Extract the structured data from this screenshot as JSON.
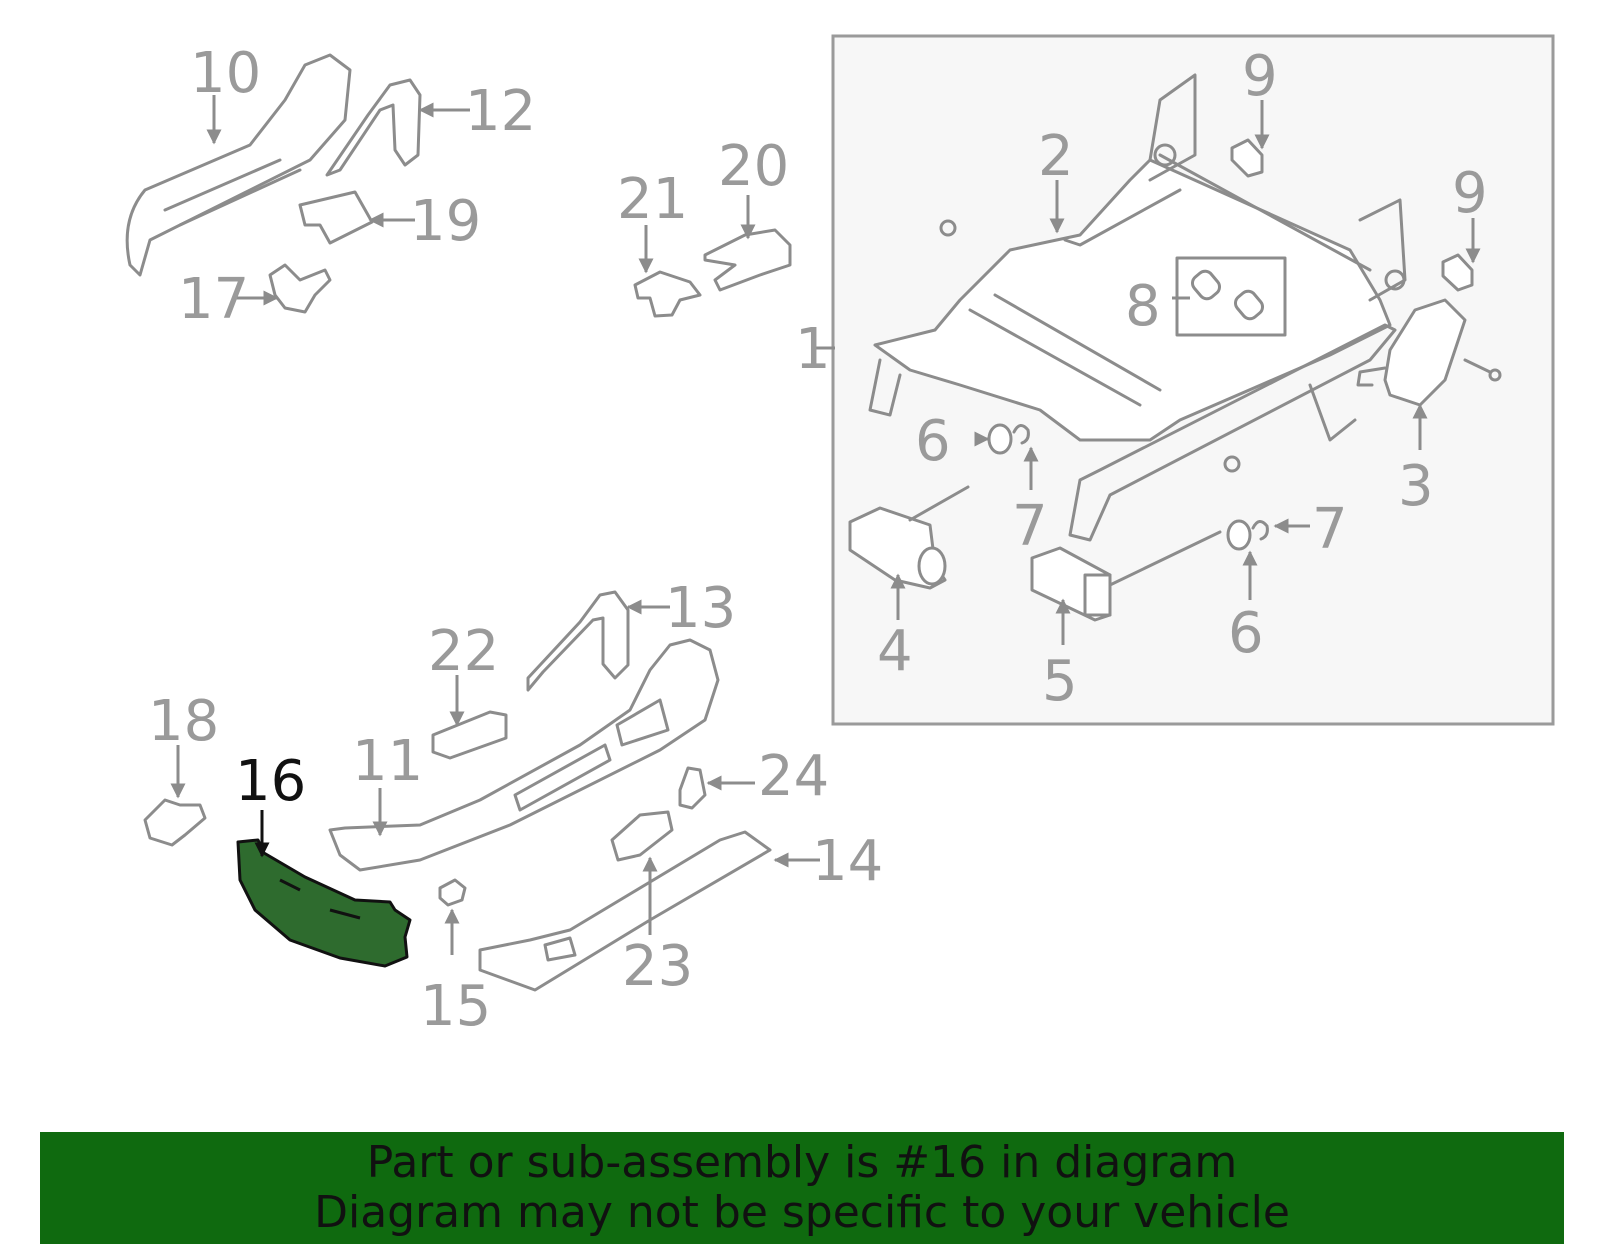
{
  "highlight_color": "#2e6b2e",
  "banner_color": "#0f6a0f",
  "callouts": [
    {
      "id": "1",
      "label": "1"
    },
    {
      "id": "2",
      "label": "2"
    },
    {
      "id": "3",
      "label": "3"
    },
    {
      "id": "4",
      "label": "4"
    },
    {
      "id": "5",
      "label": "5"
    },
    {
      "id": "6a",
      "label": "6"
    },
    {
      "id": "6b",
      "label": "6"
    },
    {
      "id": "7a",
      "label": "7"
    },
    {
      "id": "7b",
      "label": "7"
    },
    {
      "id": "8",
      "label": "8"
    },
    {
      "id": "9a",
      "label": "9"
    },
    {
      "id": "9b",
      "label": "9"
    },
    {
      "id": "10",
      "label": "10"
    },
    {
      "id": "11",
      "label": "11"
    },
    {
      "id": "12",
      "label": "12"
    },
    {
      "id": "13",
      "label": "13"
    },
    {
      "id": "14",
      "label": "14"
    },
    {
      "id": "15",
      "label": "15"
    },
    {
      "id": "16",
      "label": "16",
      "highlighted": true
    },
    {
      "id": "17",
      "label": "17"
    },
    {
      "id": "18",
      "label": "18"
    },
    {
      "id": "19",
      "label": "19"
    },
    {
      "id": "20",
      "label": "20"
    },
    {
      "id": "21",
      "label": "21"
    },
    {
      "id": "22",
      "label": "22"
    },
    {
      "id": "23",
      "label": "23"
    },
    {
      "id": "24",
      "label": "24"
    }
  ],
  "banner": {
    "line1": "Part or sub-assembly is #16 in diagram",
    "line2": "Diagram may not be specific to your vehicle"
  }
}
